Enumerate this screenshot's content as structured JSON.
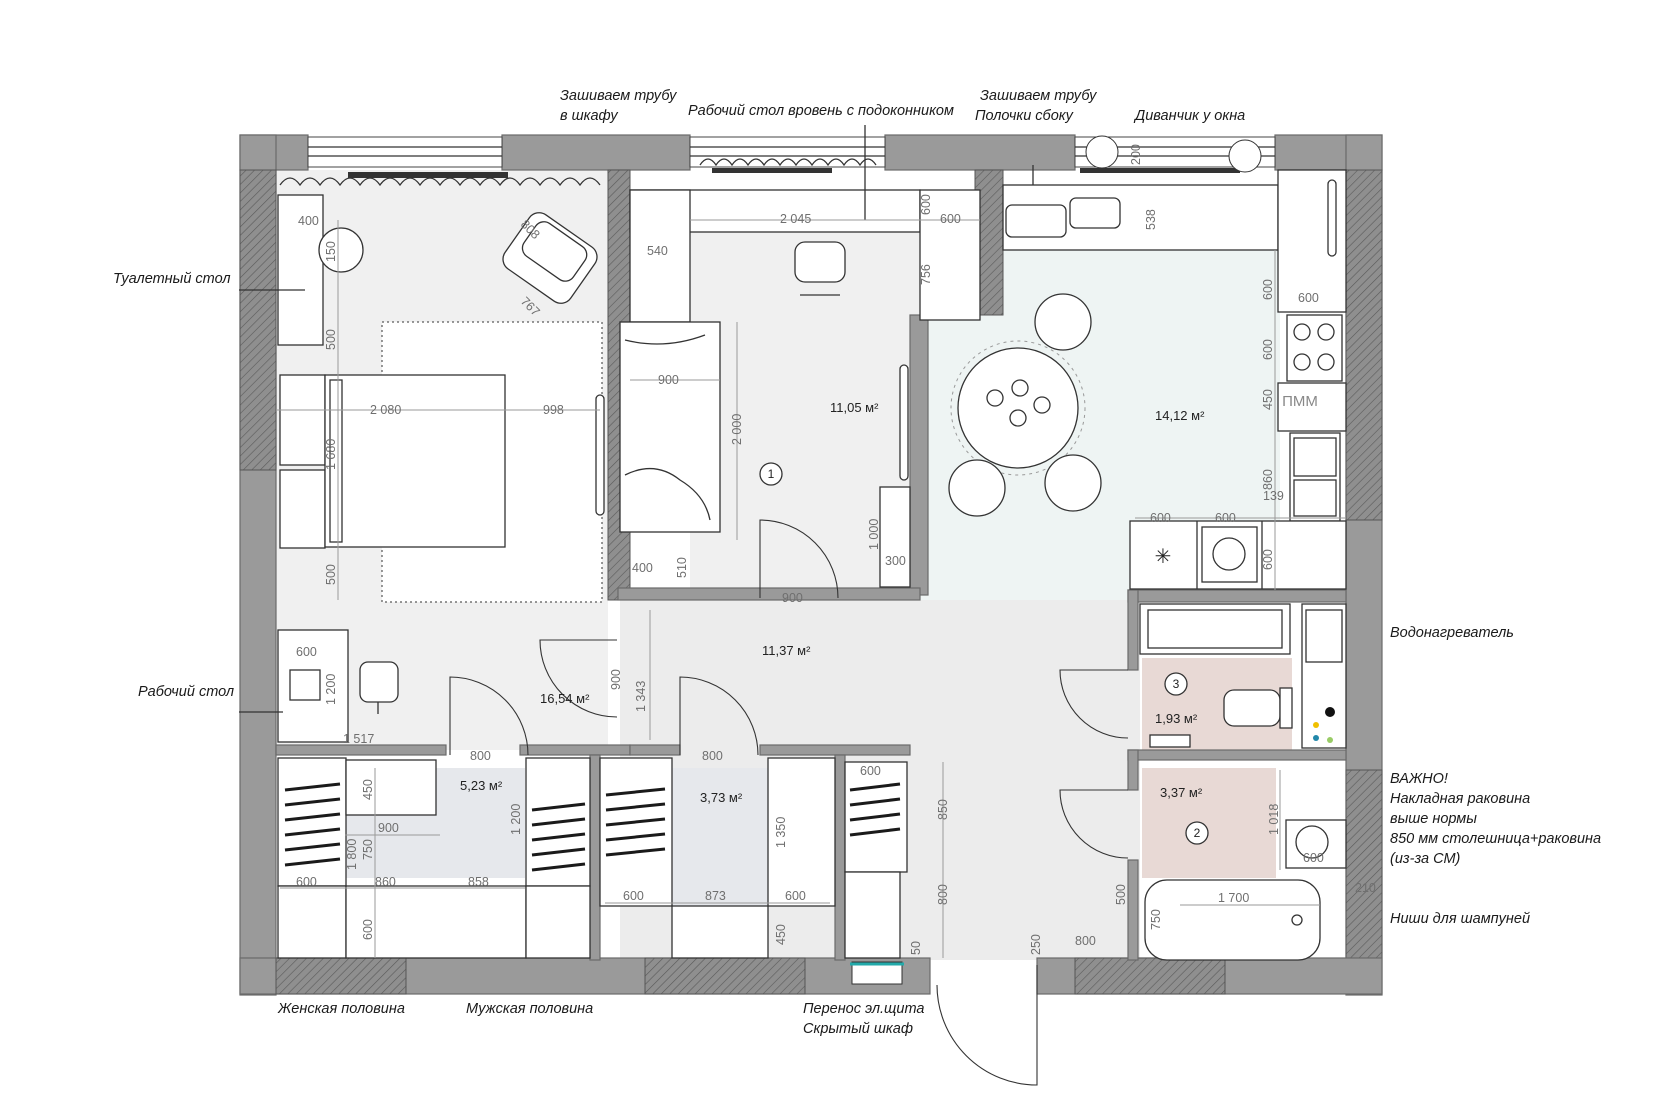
{
  "notes": {
    "pipe_closet": [
      "Зашиваем трубу",
      "в шкафу"
    ],
    "desk_sill": "Рабочий стол вровень с подоконником",
    "pipe_shelves": [
      "Зашиваем трубу",
      "Полочки сбоку"
    ],
    "sofa_window": "Диванчик у окна",
    "dressing_table": "Туалетный стол",
    "work_desk": "Рабочий стол",
    "water_heater": "Водонагреватель",
    "important": [
      "ВАЖНО!",
      "Накладная раковина",
      "выше нормы",
      "850 мм столешница+раковина",
      "(из-за СМ)"
    ],
    "shampoo": "Ниши для шампуней",
    "women": "Женская половина",
    "men": "Мужская половина",
    "panel": [
      "Перенос эл.щита",
      "Скрытый шкаф"
    ]
  },
  "areas": {
    "bedroom": "16,54 м²",
    "study": "11,05 м²",
    "kitchen": "14,12 м²",
    "hall": "11,37 м²",
    "wc": "1,93 м²",
    "bath": "3,37 м²",
    "wardrobe_w": "5,23 м²",
    "wardrobe_m": "3,73 м²"
  },
  "room_numbers": {
    "study": "1",
    "bath": "2",
    "wc": "3"
  },
  "pmm_label": "ПММ",
  "dimensions": {
    "d400a": "400",
    "d150": "150",
    "d808": "808",
    "d767": "767",
    "d500a": "500",
    "d2080": "2 080",
    "d998": "998",
    "d1680": "1 680",
    "d500b": "500",
    "d600a": "600",
    "d1200a": "1 200",
    "d1517": "1 517",
    "d2045": "2 045",
    "d540": "540",
    "d600b": "600",
    "d600c": "600",
    "d756": "756",
    "d900a": "900",
    "d2000": "2 000",
    "d1000": "1 000",
    "d300": "300",
    "d400b": "400",
    "d510": "510",
    "d900b": "900",
    "d900c": "900",
    "d1343": "1 343",
    "d538": "538",
    "d200": "200",
    "d600d": "600",
    "d600e": "600",
    "d450a": "450",
    "d860a": "860",
    "d139": "139",
    "d600f": "600",
    "d600g": "600",
    "d600h": "600",
    "d800a": "800",
    "d450b": "450",
    "d900d": "900",
    "d1200b": "1 200",
    "d1800": "1 800",
    "d750a": "750",
    "d600i": "600",
    "d860b": "860",
    "d858": "858",
    "d600j": "600",
    "d800b": "800",
    "d1350": "1 350",
    "d600k": "600",
    "d873": "873",
    "d600l": "600",
    "d450c": "450",
    "d600m": "600",
    "d850": "850",
    "d800c": "800",
    "d50": "50",
    "d250": "250",
    "d800d": "800",
    "d500c": "500",
    "d750b": "750",
    "d1700": "1 700",
    "d1018": "1 018",
    "d600n": "600",
    "d210": "210"
  },
  "colors": {
    "wall": "#9a9a9a",
    "floor_main": "#f0f0f0",
    "floor_kitchen": "#eef4f3",
    "floor_hall": "#ececec",
    "floor_wet": "#e8d9d5",
    "floor_wardrobe": "#e6e8ec"
  }
}
